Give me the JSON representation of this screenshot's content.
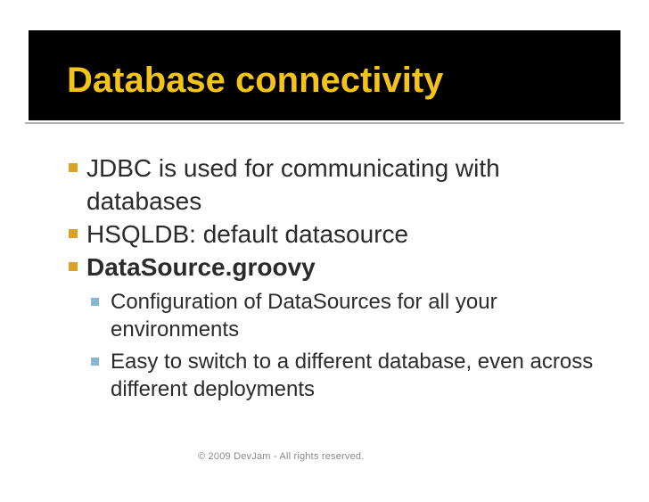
{
  "slide": {
    "title": "Database connectivity",
    "bullets": [
      {
        "level": 1,
        "bold": false,
        "text": "JDBC is used for communicating with\ndatabases"
      },
      {
        "level": 1,
        "bold": false,
        "text": "HSQLDB: default datasource"
      },
      {
        "level": 1,
        "bold": true,
        "text": "DataSource.groovy"
      },
      {
        "level": 2,
        "bold": false,
        "text": "Configuration of DataSources for all your\nenvironments"
      },
      {
        "level": 2,
        "bold": false,
        "text": "Easy to switch to a different database, even across\ndifferent deployments"
      }
    ],
    "footer": "© 2009 DevJam - All rights reserved.",
    "colors": {
      "background": "#FFFFFF",
      "title_background": "#000000",
      "title_text": "#F3C318",
      "title_underline": "#B3B3B3",
      "body_text": "#2B2B2B",
      "bullet_level1": "#DDA127",
      "bullet_level2": "#87B7CE",
      "footer_text": "#8A8A8A"
    }
  }
}
